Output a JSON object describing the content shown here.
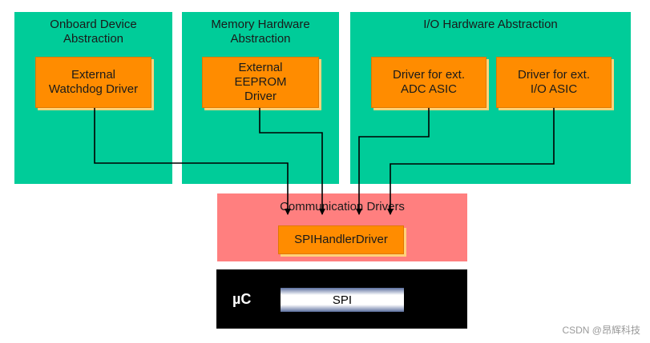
{
  "layers": {
    "onboard": {
      "title": "Onboard Device\nAbstraction"
    },
    "memory": {
      "title": "Memory Hardware\nAbstraction"
    },
    "io": {
      "title": "I/O Hardware Abstraction"
    },
    "communication": {
      "title": "Communication Drivers"
    },
    "microcontroller": {
      "title": "µC"
    }
  },
  "modules": {
    "watchdog": "External\nWatchdog Driver",
    "eeprom": "External\nEEPROM\nDriver",
    "adc": "Driver for ext.\nADC ASIC",
    "io_asic": "Driver for ext.\nI/O ASIC",
    "spi_handler": "SPIHandlerDriver",
    "spi": "SPI"
  },
  "watermark": "CSDN @昂辉科技",
  "colors": {
    "layer_green": "#00cc99",
    "module_orange": "#ff8c00",
    "comm_pink": "#ff7f7f",
    "uc_black": "#000000"
  }
}
